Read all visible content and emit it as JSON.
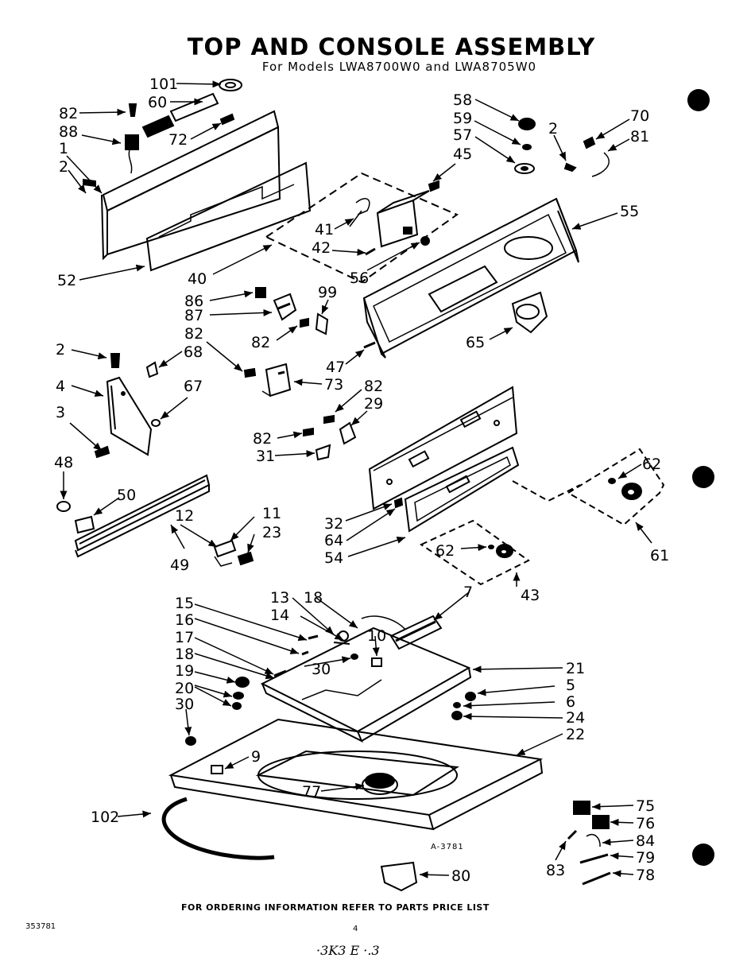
{
  "title": "TOP AND CONSOLE ASSEMBLY",
  "subtitle": "For Models LWA8700W0 and LWA8705W0",
  "figure_code": "A-3781",
  "order_note": "FOR ORDERING INFORMATION REFER TO PARTS PRICE LIST",
  "doc_number": "353781",
  "page_number": "4",
  "handwritten_note": "·3K3 E ·.3",
  "callouts": [
    "101",
    "60",
    "82",
    "88",
    "72",
    "1",
    "2",
    "58",
    "70",
    "59",
    "2",
    "81",
    "57",
    "45",
    "55",
    "41",
    "42",
    "56",
    "40",
    "52",
    "86",
    "99",
    "87",
    "82",
    "65",
    "82",
    "47",
    "2",
    "68",
    "4",
    "67",
    "73",
    "82",
    "29",
    "3",
    "82",
    "31",
    "62",
    "48",
    "50",
    "12",
    "11",
    "23",
    "32",
    "64",
    "54",
    "62",
    "61",
    "43",
    "49",
    "15",
    "13",
    "18",
    "7",
    "16",
    "14",
    "17",
    "10",
    "18",
    "30",
    "21",
    "19",
    "5",
    "20",
    "6",
    "30",
    "24",
    "22",
    "9",
    "77",
    "102",
    "75",
    "76",
    "84",
    "83",
    "79",
    "80",
    "78"
  ]
}
